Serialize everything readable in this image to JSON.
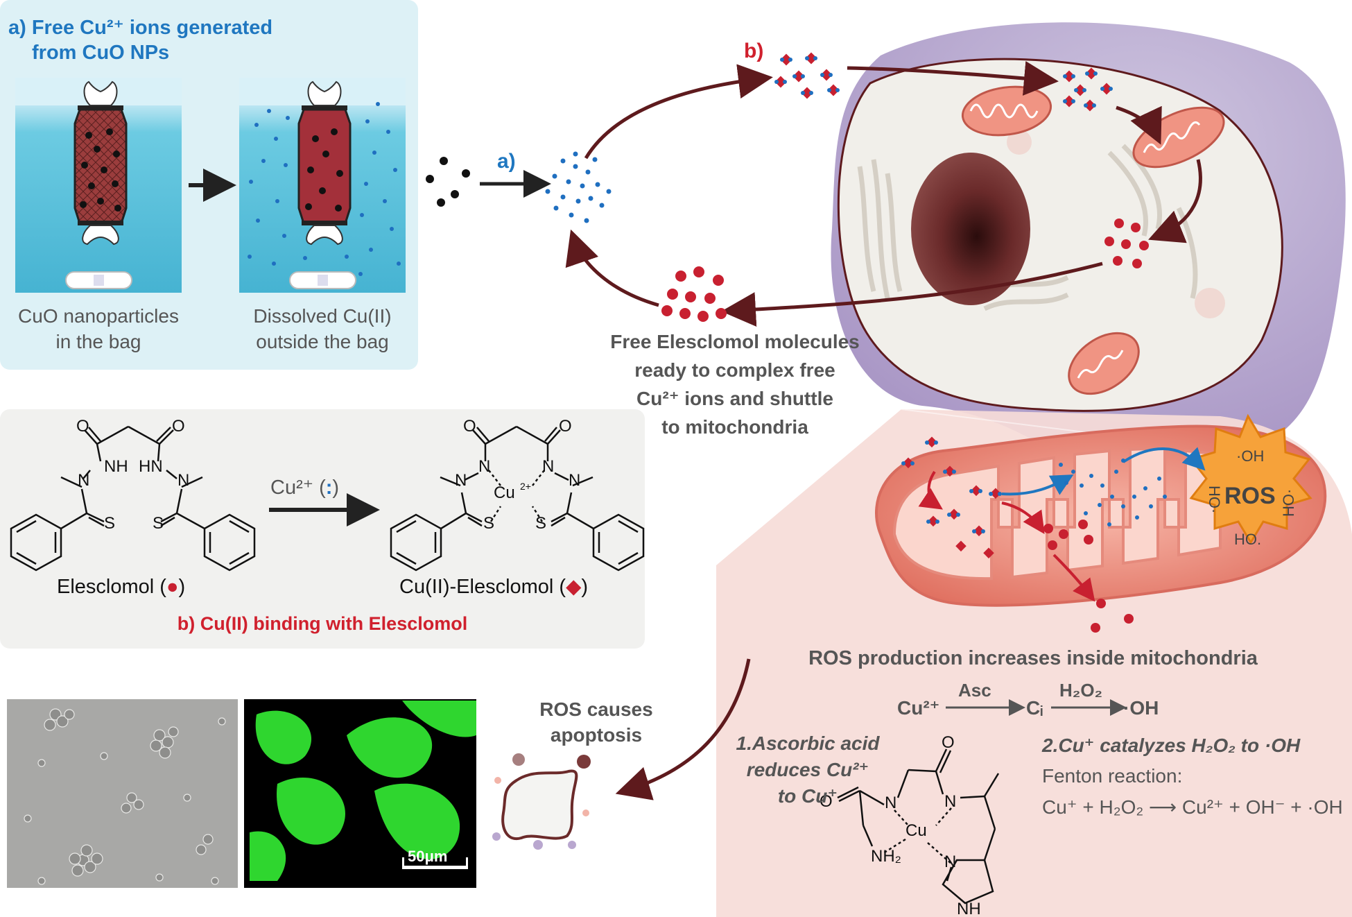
{
  "panel_a": {
    "title_line1": "a) Free Cu²⁺ ions generated",
    "title_line2": "from CuO NPs",
    "beaker1_caption_line1": "CuO nanoparticles",
    "beaker1_caption_line2": "in the bag",
    "beaker2_caption_line1": "Dissolved Cu(II)",
    "beaker2_caption_line2": "outside the bag"
  },
  "cycle": {
    "label_a": "a)",
    "label_b": "b)",
    "elesclomol_note_line1": "Free Elesclomol molecules",
    "elesclomol_note_line2": "ready to complex free",
    "elesclomol_note_line3": "Cu²⁺ ions and shuttle",
    "elesclomol_note_line4": "to mitochondria"
  },
  "panel_b": {
    "reagent": "Cu²⁺ (",
    "reagent_close": ")",
    "elesclomol_label": "Elesclomol (",
    "elesclomol_label_close": ")",
    "complex_label": "Cu(II)-Elesclomol (",
    "complex_label_close": ")",
    "title": "b) Cu(II) binding with Elesclomol",
    "atoms": {
      "o": "O",
      "n": "N",
      "nh": "NH",
      "hn": "HN",
      "s": "S",
      "cu": "Cu",
      "cu2": "2+"
    }
  },
  "mito": {
    "ros": "ROS",
    "oh": "·OH",
    "oh_rev": "HO·",
    "ho": "HO."
  },
  "ros_section": {
    "increase_text": "ROS production increases inside mitochondria",
    "eq_cu": "Cu²⁺",
    "eq_asc": "Asc",
    "eq_mid": "Cᵢ",
    "eq_h2o2": "H₂O₂",
    "eq_oh": "·OH",
    "step1_line1": "1.Ascorbic acid",
    "step1_line2": "reduces Cu²⁺",
    "step1_line3": "to Cu⁺",
    "step2": "2.Cu⁺ catalyzes H₂O₂ to ·OH",
    "fenton_title": "Fenton reaction:",
    "fenton_reaction": "Cu⁺ + H₂O₂ ⟶ Cu²⁺ + OH⁻ + ·OH",
    "peptide_atoms": {
      "o": "O",
      "n": "N",
      "cu": "Cu",
      "nh2": "NH₂",
      "nh": "NH"
    }
  },
  "apoptosis": {
    "line1": "ROS causes",
    "line2": "apoptosis"
  },
  "micrographs": {
    "scale_bar": "50μm"
  },
  "colors": {
    "blue_accent": "#1f77c0",
    "red_accent": "#d0202d",
    "arrow_dark": "#5e1a1d",
    "panel_a_bg": "#ddf1f6",
    "panel_b_bg": "#f1f1ef",
    "pink_bg": "#f6dcd8",
    "ros_burst": "#f6a23a",
    "gfp_green": "#2fd62f"
  }
}
